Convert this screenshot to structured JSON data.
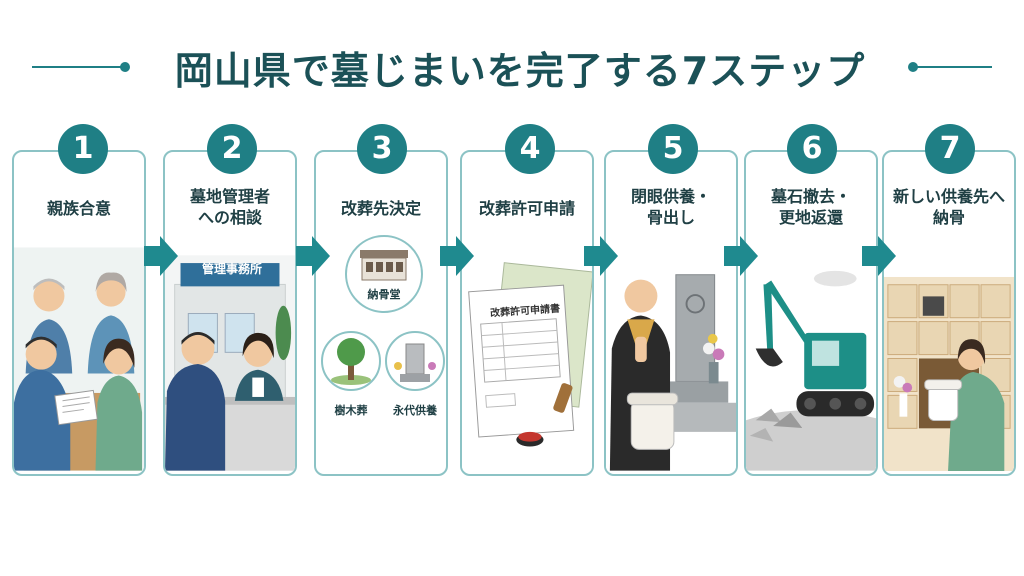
{
  "title": "岡山県で墓じまいを完了する7ステップ",
  "colors": {
    "accent": "#1f7f85",
    "card_border": "#8cc3c5",
    "arrow": "#1f8a8f",
    "text": "#1f3f44"
  },
  "steps": [
    {
      "number": "1",
      "label": "親族合意"
    },
    {
      "number": "2",
      "label": "墓地管理者への相談",
      "label_line1": "墓地管理者",
      "label_line2": "への相談",
      "sign": "管理事務所"
    },
    {
      "number": "3",
      "label": "改葬先決定",
      "options": [
        "納骨堂",
        "樹木葬",
        "永代供養"
      ]
    },
    {
      "number": "4",
      "label": "改葬許可申請",
      "document_title": "改葬許可申請書"
    },
    {
      "number": "5",
      "label": "閉眼供養・骨出し",
      "label_line1": "閉眼供養・",
      "label_line2": "骨出し"
    },
    {
      "number": "6",
      "label": "墓石撤去・更地返還",
      "label_line1": "墓石撤去・",
      "label_line2": "更地返還"
    },
    {
      "number": "7",
      "label": "新しい供養先へ納骨",
      "label_line1": "新しい供養先へ",
      "label_line2": "納骨"
    }
  ],
  "icons": {
    "arrow": "chevron-right-arrow-icon",
    "step1": "family-discussion-icon",
    "step2": "office-consultation-icon",
    "step3a": "columbarium-icon",
    "step3b": "tree-burial-icon",
    "step3c": "memorial-grave-icon",
    "step4": "application-form-icon",
    "step5": "monk-prayer-icon",
    "step6": "excavator-icon",
    "step7": "columbarium-offering-icon"
  }
}
